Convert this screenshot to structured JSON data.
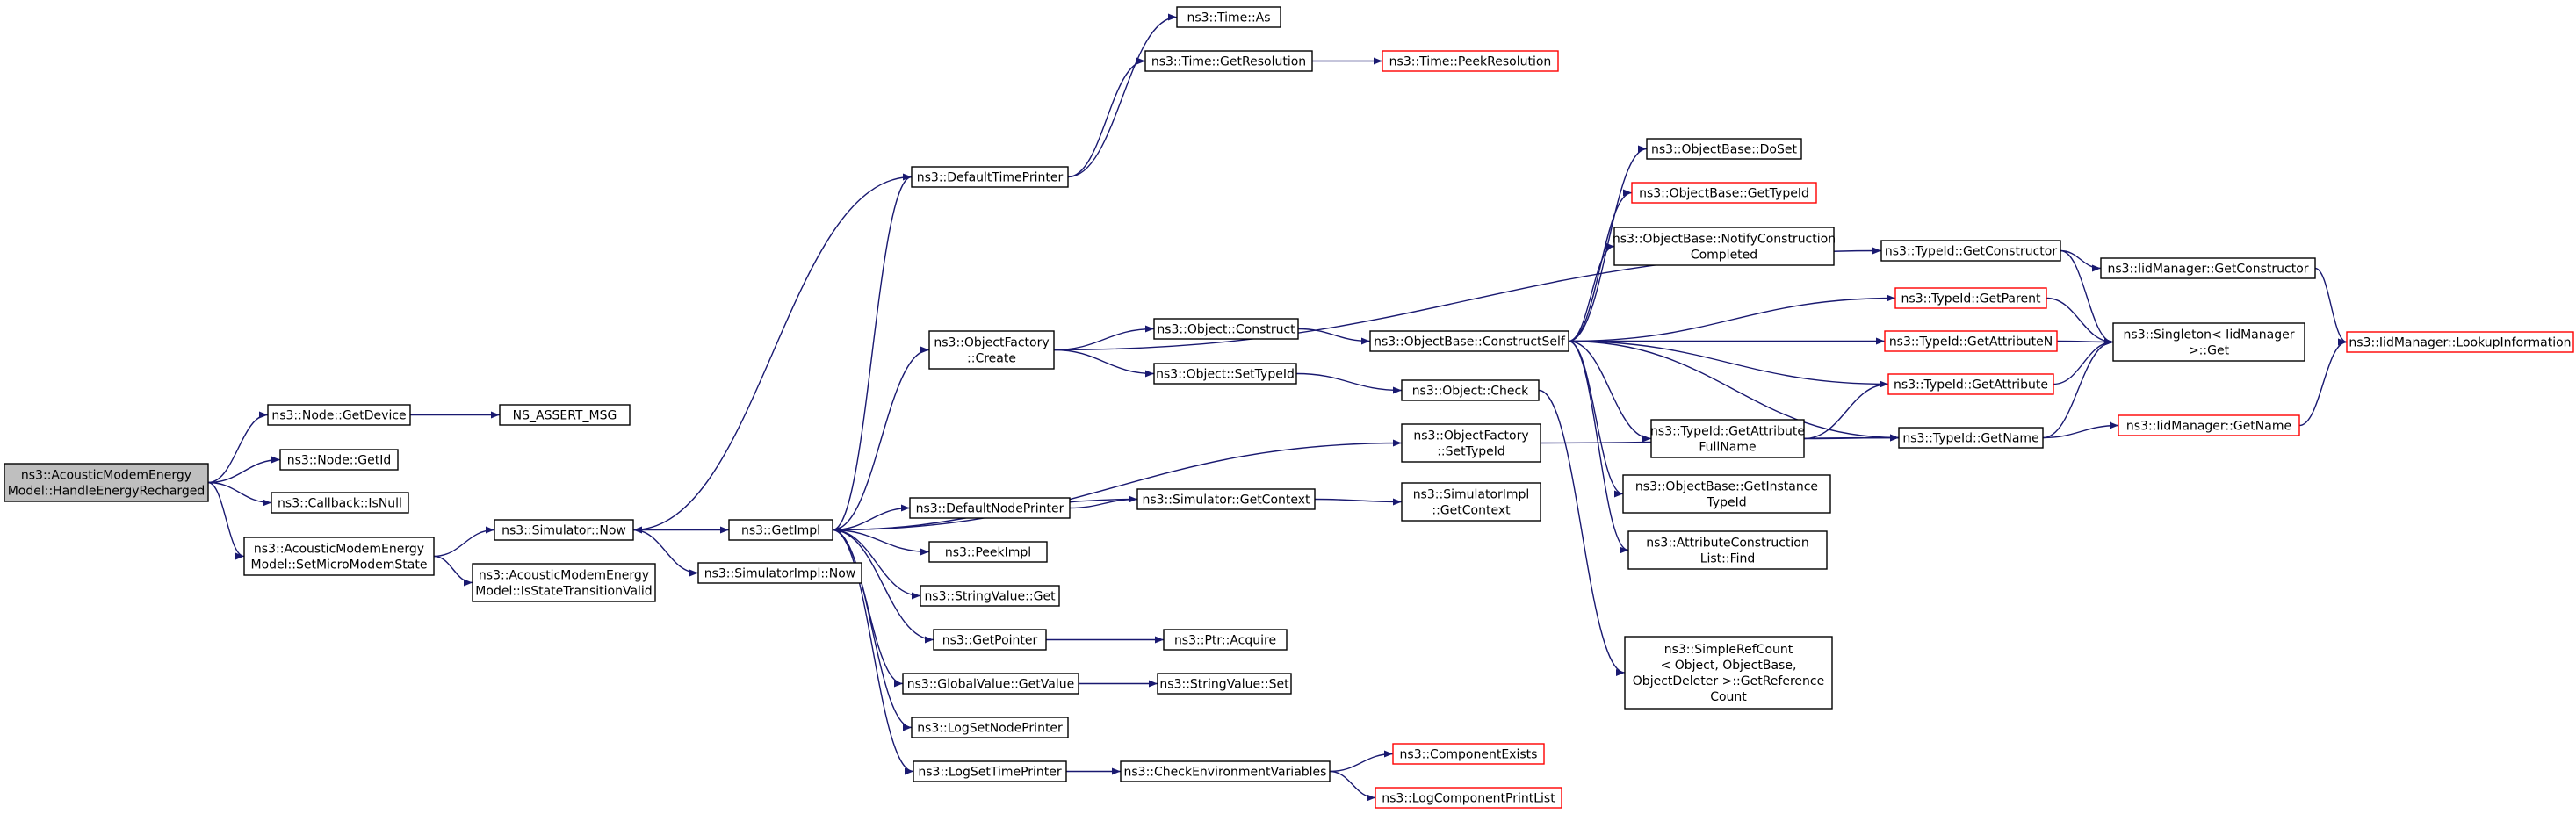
{
  "colors": {
    "edge": "#191970",
    "node_border": "#000000",
    "truncated_border": "#ff0000",
    "root_fill": "#bfbfbf"
  },
  "nodes": [
    {
      "id": "root",
      "lines": [
        "ns3::AcousticModemEnergy",
        "Model::HandleEnergyRecharged"
      ],
      "style": "root"
    },
    {
      "id": "getdevice",
      "lines": [
        "ns3::Node::GetDevice"
      ]
    },
    {
      "id": "assert",
      "lines": [
        "NS_ASSERT_MSG"
      ]
    },
    {
      "id": "getid",
      "lines": [
        "ns3::Node::GetId"
      ]
    },
    {
      "id": "isnull",
      "lines": [
        "ns3::Callback::IsNull"
      ]
    },
    {
      "id": "setmicro",
      "lines": [
        "ns3::AcousticModemEnergy",
        "Model::SetMicroModemState"
      ]
    },
    {
      "id": "now",
      "lines": [
        "ns3::Simulator::Now"
      ]
    },
    {
      "id": "isvalid",
      "lines": [
        "ns3::AcousticModemEnergy",
        "Model::IsStateTransitionValid"
      ]
    },
    {
      "id": "getimpl",
      "lines": [
        "ns3::GetImpl"
      ]
    },
    {
      "id": "simimplnow",
      "lines": [
        "ns3::SimulatorImpl::Now"
      ]
    },
    {
      "id": "dtp",
      "lines": [
        "ns3::DefaultTimePrinter"
      ]
    },
    {
      "id": "timeas",
      "lines": [
        "ns3::Time::As"
      ]
    },
    {
      "id": "getres",
      "lines": [
        "ns3::Time::GetResolution"
      ]
    },
    {
      "id": "peekres",
      "lines": [
        "ns3::Time::PeekResolution"
      ],
      "style": "trunc"
    },
    {
      "id": "ofcreate",
      "lines": [
        "ns3::ObjectFactory",
        "::Create"
      ]
    },
    {
      "id": "construct",
      "lines": [
        "ns3::Object::Construct"
      ]
    },
    {
      "id": "settypeid",
      "lines": [
        "ns3::Object::SetTypeId"
      ]
    },
    {
      "id": "dnp",
      "lines": [
        "ns3::DefaultNodePrinter"
      ]
    },
    {
      "id": "peekimpl",
      "lines": [
        "ns3::PeekImpl"
      ]
    },
    {
      "id": "svget",
      "lines": [
        "ns3::StringValue::Get"
      ]
    },
    {
      "id": "getpointer",
      "lines": [
        "ns3::GetPointer"
      ]
    },
    {
      "id": "gvget",
      "lines": [
        "ns3::GlobalValue::GetValue"
      ]
    },
    {
      "id": "lsnp",
      "lines": [
        "ns3::LogSetNodePrinter"
      ]
    },
    {
      "id": "lstp",
      "lines": [
        "ns3::LogSetTimePrinter"
      ]
    },
    {
      "id": "getctx",
      "lines": [
        "ns3::Simulator::GetContext"
      ]
    },
    {
      "id": "ptracq",
      "lines": [
        "ns3::Ptr::Acquire"
      ]
    },
    {
      "id": "svset",
      "lines": [
        "ns3::StringValue::Set"
      ]
    },
    {
      "id": "checkenv",
      "lines": [
        "ns3::CheckEnvironmentVariables"
      ]
    },
    {
      "id": "compexists",
      "lines": [
        "ns3::ComponentExists"
      ],
      "style": "trunc"
    },
    {
      "id": "logcpl",
      "lines": [
        "ns3::LogComponentPrintList"
      ],
      "style": "trunc"
    },
    {
      "id": "simimplctx",
      "lines": [
        "ns3::SimulatorImpl",
        "::GetContext"
      ]
    },
    {
      "id": "ofsettypeid",
      "lines": [
        "ns3::ObjectFactory",
        "::SetTypeId"
      ]
    },
    {
      "id": "objcheck",
      "lines": [
        "ns3::Object::Check"
      ]
    },
    {
      "id": "constructself",
      "lines": [
        "ns3::ObjectBase::ConstructSelf"
      ]
    },
    {
      "id": "doset",
      "lines": [
        "ns3::ObjectBase::DoSet"
      ]
    },
    {
      "id": "obgettypeid",
      "lines": [
        "ns3::ObjectBase::GetTypeId"
      ],
      "style": "trunc"
    },
    {
      "id": "notify",
      "lines": [
        "ns3::ObjectBase::NotifyConstruction",
        "Completed"
      ]
    },
    {
      "id": "getattrfull",
      "lines": [
        "ns3::TypeId::GetAttribute",
        "FullName"
      ]
    },
    {
      "id": "getinst",
      "lines": [
        "ns3::ObjectBase::GetInstance",
        "TypeId"
      ]
    },
    {
      "id": "aclfind",
      "lines": [
        "ns3::AttributeConstruction",
        "List::Find"
      ]
    },
    {
      "id": "srcount",
      "lines": [
        "ns3::SimpleRefCount",
        "< Object, ObjectBase,",
        "ObjectDeleter >::GetReference",
        "Count"
      ]
    },
    {
      "id": "getctor",
      "lines": [
        "ns3::TypeId::GetConstructor"
      ]
    },
    {
      "id": "getparent",
      "lines": [
        "ns3::TypeId::GetParent"
      ],
      "style": "trunc"
    },
    {
      "id": "getattrn",
      "lines": [
        "ns3::TypeId::GetAttributeN"
      ],
      "style": "trunc"
    },
    {
      "id": "getattr",
      "lines": [
        "ns3::TypeId::GetAttribute"
      ],
      "style": "trunc"
    },
    {
      "id": "getname",
      "lines": [
        "ns3::TypeId::GetName"
      ]
    },
    {
      "id": "iidgetctor",
      "lines": [
        "ns3::IidManager::GetConstructor"
      ]
    },
    {
      "id": "singleton",
      "lines": [
        "ns3::Singleton< IidManager",
        ">::Get"
      ]
    },
    {
      "id": "iidgetname",
      "lines": [
        "ns3::IidManager::GetName"
      ],
      "style": "trunc"
    },
    {
      "id": "lookup",
      "lines": [
        "ns3::IidManager::LookupInformation"
      ],
      "style": "trunc"
    }
  ],
  "edges": [
    [
      "root",
      "getdevice"
    ],
    [
      "root",
      "getid"
    ],
    [
      "root",
      "isnull"
    ],
    [
      "root",
      "setmicro"
    ],
    [
      "getdevice",
      "assert"
    ],
    [
      "setmicro",
      "now"
    ],
    [
      "setmicro",
      "isvalid"
    ],
    [
      "now",
      "getimpl"
    ],
    [
      "now",
      "simimplnow"
    ],
    [
      "getimpl",
      "dtp"
    ],
    [
      "getimpl",
      "ofcreate"
    ],
    [
      "getimpl",
      "ofsettypeid"
    ],
    [
      "getimpl",
      "dnp"
    ],
    [
      "getimpl",
      "peekimpl"
    ],
    [
      "getimpl",
      "svget"
    ],
    [
      "getimpl",
      "getpointer"
    ],
    [
      "getimpl",
      "gvget"
    ],
    [
      "getimpl",
      "lsnp"
    ],
    [
      "getimpl",
      "lstp"
    ],
    [
      "dtp",
      "now"
    ],
    [
      "dtp",
      "timeas"
    ],
    [
      "dtp",
      "getres"
    ],
    [
      "getres",
      "peekres"
    ],
    [
      "ofcreate",
      "getctor"
    ],
    [
      "ofcreate",
      "construct"
    ],
    [
      "ofcreate",
      "settypeid"
    ],
    [
      "construct",
      "constructself"
    ],
    [
      "settypeid",
      "objcheck"
    ],
    [
      "dnp",
      "getctx"
    ],
    [
      "getctx",
      "getimpl"
    ],
    [
      "getctx",
      "simimplctx"
    ],
    [
      "getpointer",
      "ptracq"
    ],
    [
      "gvget",
      "svset"
    ],
    [
      "lstp",
      "checkenv"
    ],
    [
      "checkenv",
      "compexists"
    ],
    [
      "checkenv",
      "logcpl"
    ],
    [
      "ofsettypeid",
      "getname"
    ],
    [
      "objcheck",
      "srcount"
    ],
    [
      "constructself",
      "doset"
    ],
    [
      "constructself",
      "obgettypeid"
    ],
    [
      "constructself",
      "notify"
    ],
    [
      "constructself",
      "getparent"
    ],
    [
      "constructself",
      "getattrn"
    ],
    [
      "constructself",
      "getattr"
    ],
    [
      "constructself",
      "getattrfull"
    ],
    [
      "constructself",
      "getinst"
    ],
    [
      "constructself",
      "aclfind"
    ],
    [
      "constructself",
      "getname"
    ],
    [
      "getattrfull",
      "getattr"
    ],
    [
      "getattrfull",
      "getname"
    ],
    [
      "getctor",
      "iidgetctor"
    ],
    [
      "getctor",
      "singleton"
    ],
    [
      "getparent",
      "singleton"
    ],
    [
      "getattrn",
      "singleton"
    ],
    [
      "getattr",
      "singleton"
    ],
    [
      "getname",
      "singleton"
    ],
    [
      "getname",
      "iidgetname"
    ],
    [
      "iidgetctor",
      "lookup"
    ],
    [
      "iidgetname",
      "lookup"
    ]
  ]
}
